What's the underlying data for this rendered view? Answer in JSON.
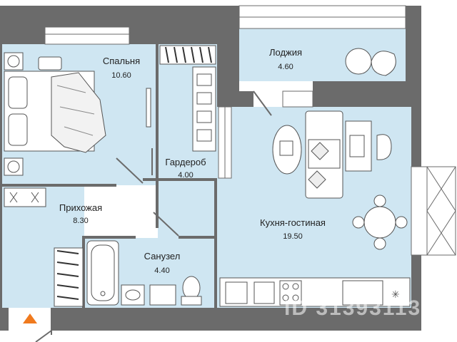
{
  "rooms": {
    "bedroom": {
      "name": "Спальня",
      "area": "10.60"
    },
    "wardrobe": {
      "name": "Гардероб",
      "area": "4.00"
    },
    "loggia": {
      "name": "Лоджия",
      "area": "4.60"
    },
    "hallway": {
      "name": "Прихожая",
      "area": "8.30"
    },
    "bathroom": {
      "name": "Санузел",
      "area": "4.40"
    },
    "kitchen_living": {
      "name": "Кухня-гостиная",
      "area": "19.50"
    }
  },
  "watermark": {
    "text": "ID 31393113"
  },
  "colors": {
    "floor": "#cfe6f2",
    "wall": "#6b6b6b",
    "entrance_marker": "#f07a1e"
  }
}
